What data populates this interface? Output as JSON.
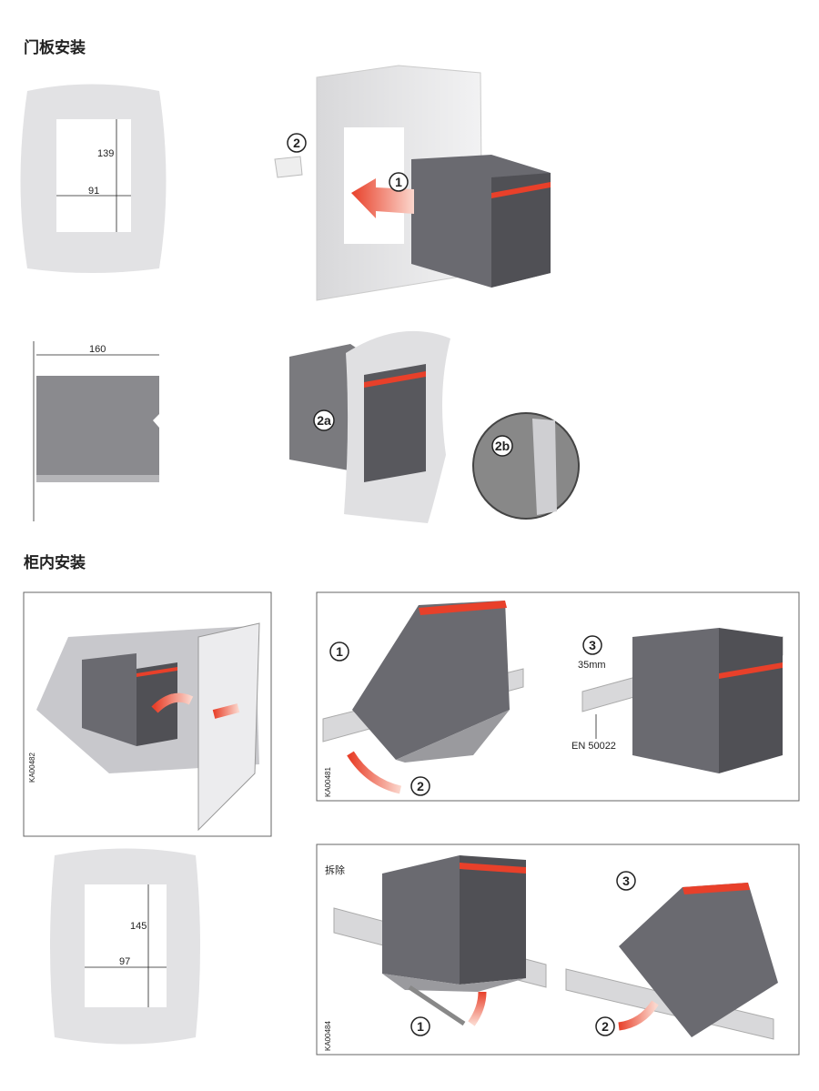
{
  "sections": {
    "door_mounting": "门板安装",
    "cabinet_mounting": "柜内安装"
  },
  "door_cutout": {
    "height": "139",
    "width": "91"
  },
  "door_install_steps": {
    "step1": "1",
    "step2": "2"
  },
  "side_view": {
    "depth": "160"
  },
  "clip_steps": {
    "step2a": "2a",
    "step2b": "2b"
  },
  "cabinet_fig1": {
    "code": "KA00482"
  },
  "rail_fig": {
    "code": "KA00481",
    "step1": "1",
    "step2": "2",
    "step3": "3",
    "rail_width": "35mm",
    "rail_standard": "EN 50022"
  },
  "cabinet_cutout": {
    "height": "145",
    "width": "97"
  },
  "removal_fig": {
    "title": "拆除",
    "code": "KA00484",
    "step1": "1",
    "step2": "2",
    "step3": "3"
  },
  "colors": {
    "device": "#5b5b60",
    "accent": "#e8402a",
    "panel": "#e2e2e4",
    "arrow": "#f07050"
  }
}
